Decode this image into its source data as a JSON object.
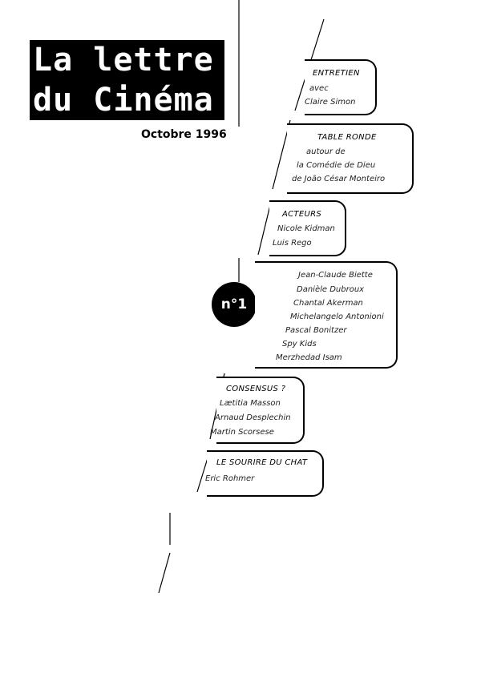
{
  "masthead": {
    "line1": "La lettre",
    "line2": "du Cinéma"
  },
  "issue": {
    "date": "Octobre 1996",
    "number": "n°1"
  },
  "sections": [
    {
      "title": "ENTRETIEN",
      "items": [
        "avec",
        "Claire Simon"
      ]
    },
    {
      "title": "TABLE RONDE",
      "items": [
        "autour de",
        "la Comédie de Dieu",
        "de João César Monteiro"
      ]
    },
    {
      "title": "ACTEURS",
      "items": [
        "Nicole Kidman",
        "Luis Rego"
      ]
    },
    {
      "title": "",
      "items": [
        "Jean-Claude Biette",
        "Danièle Dubroux",
        "Chantal Akerman",
        "Michelangelo Antonioni",
        "Pascal Bonitzer",
        "Spy Kids",
        "Merzhedad Isam"
      ]
    },
    {
      "title": "CONSENSUS ?",
      "items": [
        "Lætitia Masson",
        "Arnaud Desplechin",
        "Martin Scorsese"
      ]
    },
    {
      "title": "LE SOURIRE DU CHAT",
      "items": [
        "Eric Rohmer"
      ]
    }
  ]
}
